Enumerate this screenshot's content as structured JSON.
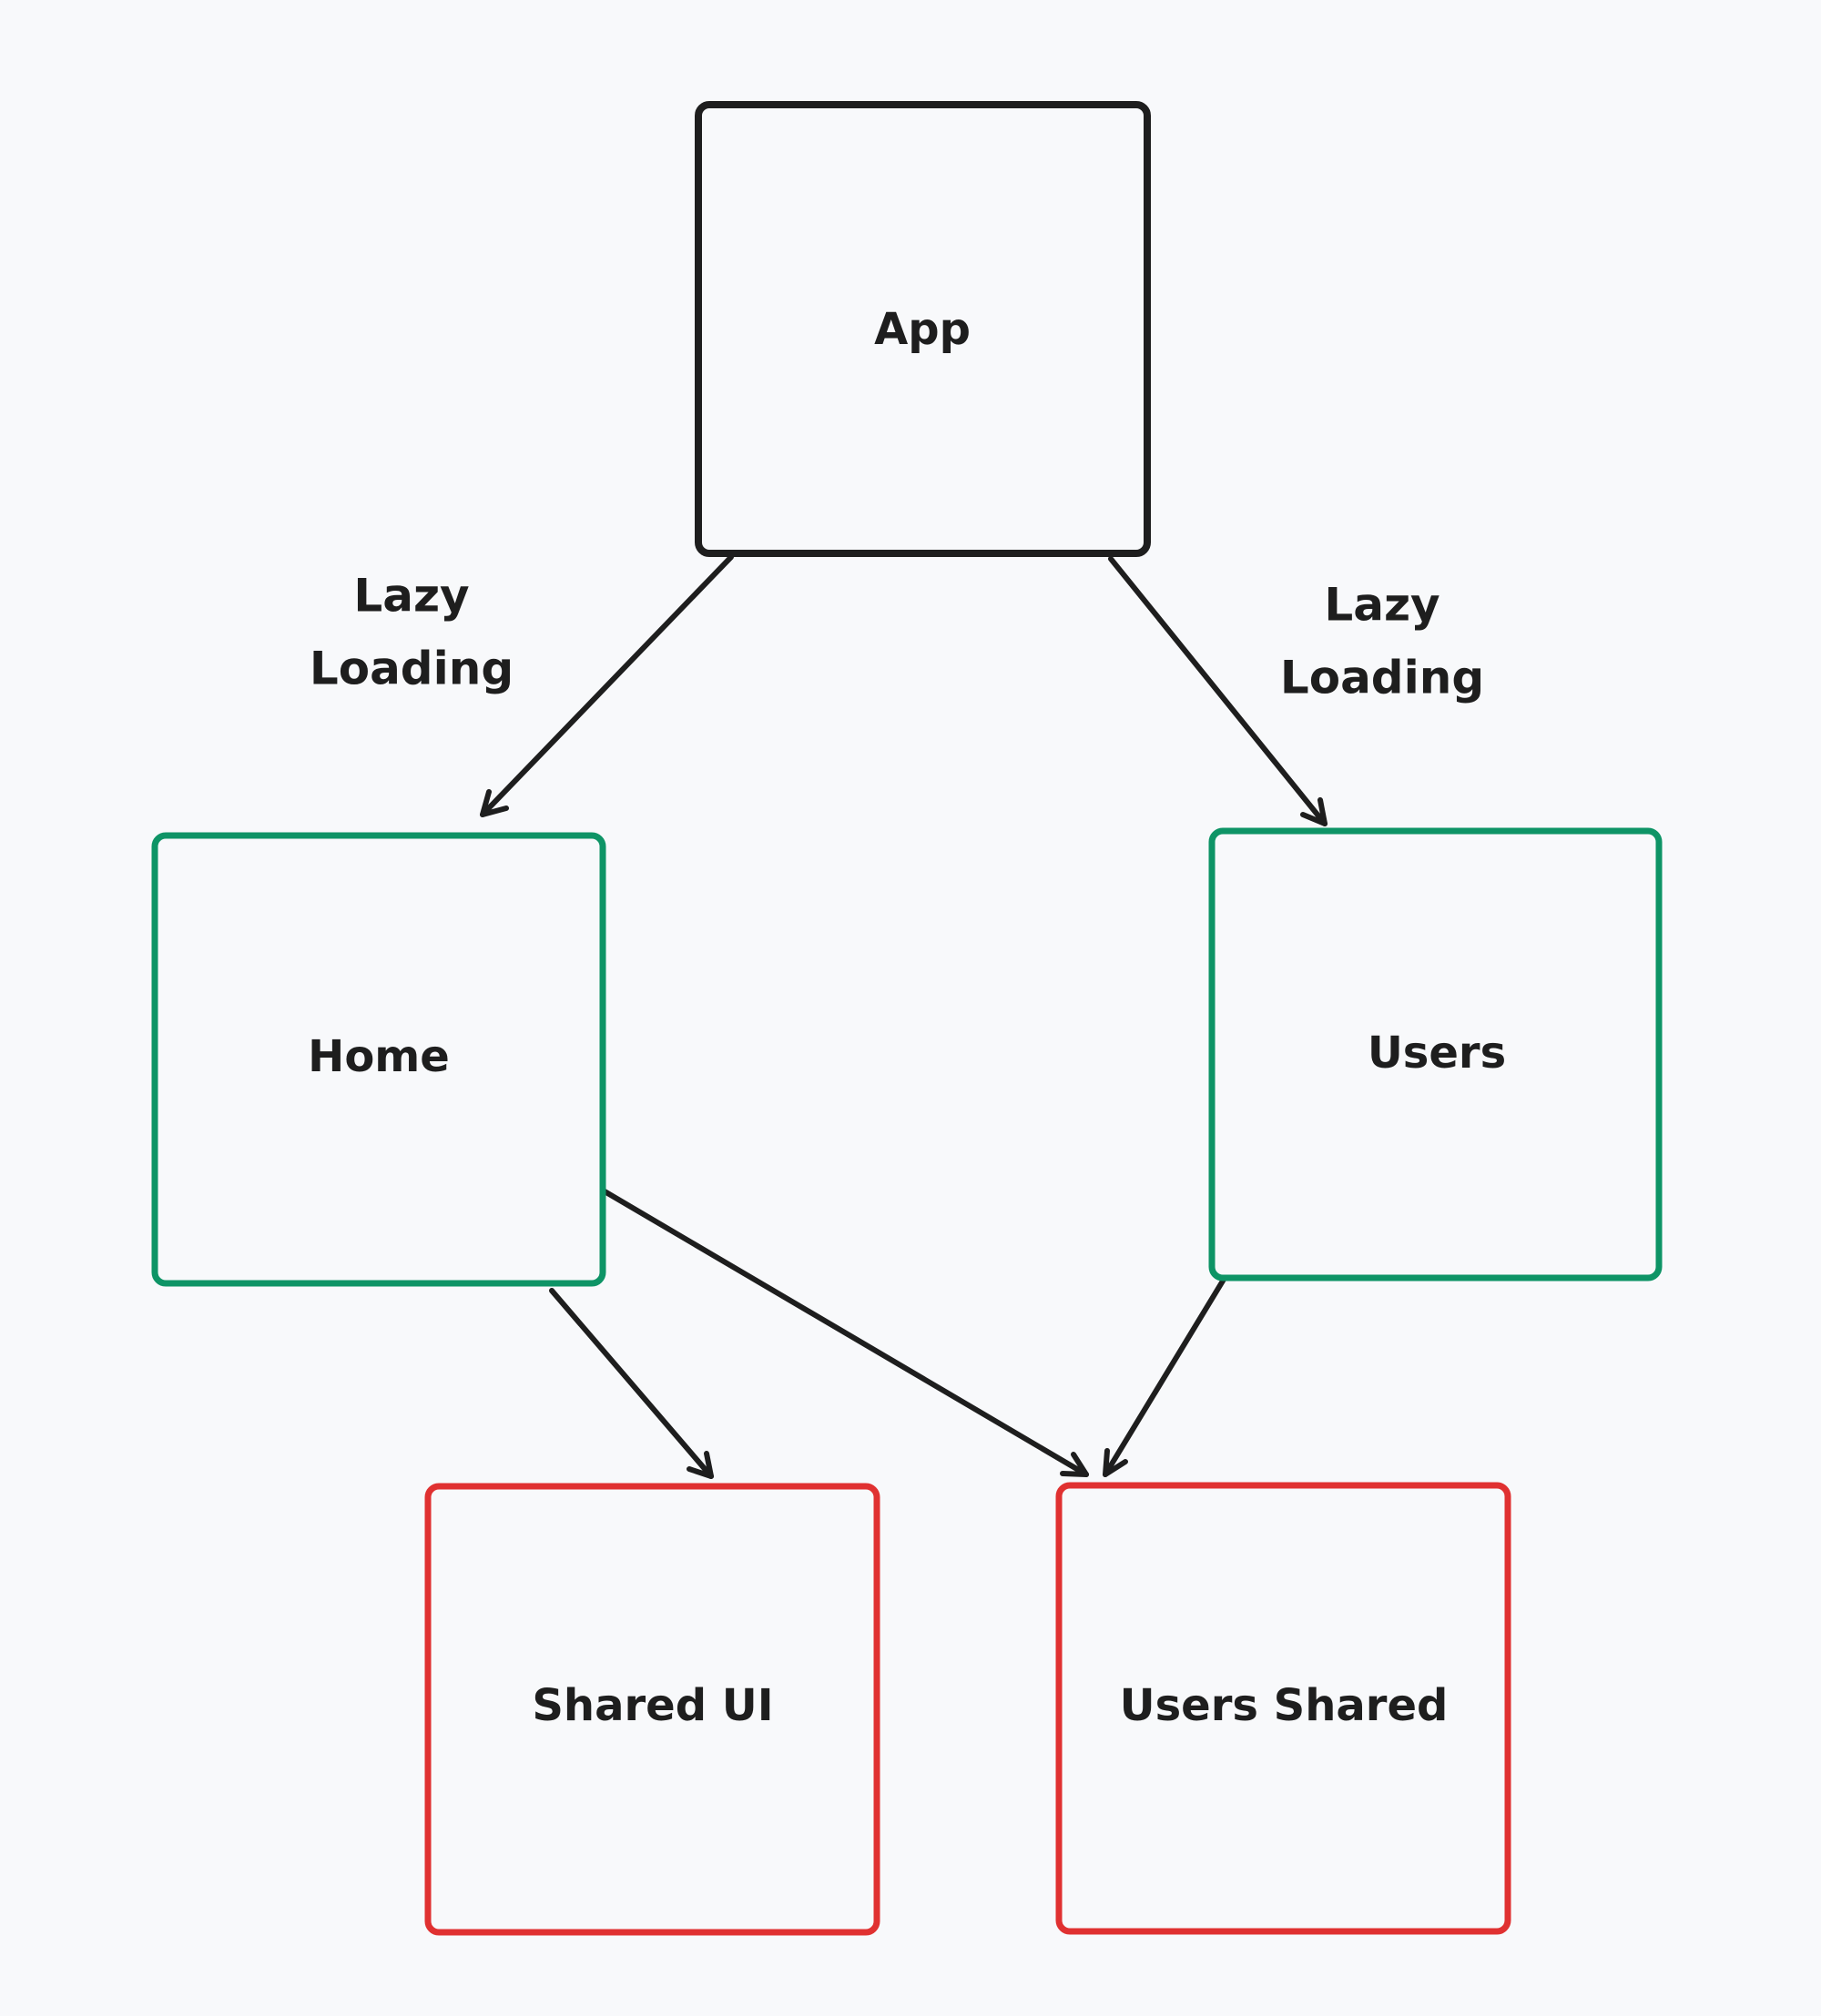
{
  "colors": {
    "background": "#f8f9fb",
    "ink": "#1e1e1e",
    "green": "#0e9466",
    "red": "#e03131"
  },
  "nodes": {
    "app": {
      "label": "App",
      "color": "#1e1e1e"
    },
    "home": {
      "label": "Home",
      "color": "#0e9466"
    },
    "users": {
      "label": "Users",
      "color": "#0e9466"
    },
    "shared_ui": {
      "label": "Shared UI",
      "color": "#e03131"
    },
    "users_shared": {
      "label": "Users Shared",
      "color": "#e03131"
    }
  },
  "edge_labels": {
    "left": {
      "line1": "Lazy",
      "line2": "Loading"
    },
    "right": {
      "line1": "Lazy",
      "line2": "Loading"
    }
  },
  "edges": [
    {
      "from": "App",
      "to": "Home"
    },
    {
      "from": "App",
      "to": "Users"
    },
    {
      "from": "Home",
      "to": "Shared UI"
    },
    {
      "from": "Home",
      "to": "Users Shared"
    },
    {
      "from": "Users",
      "to": "Users Shared"
    }
  ]
}
